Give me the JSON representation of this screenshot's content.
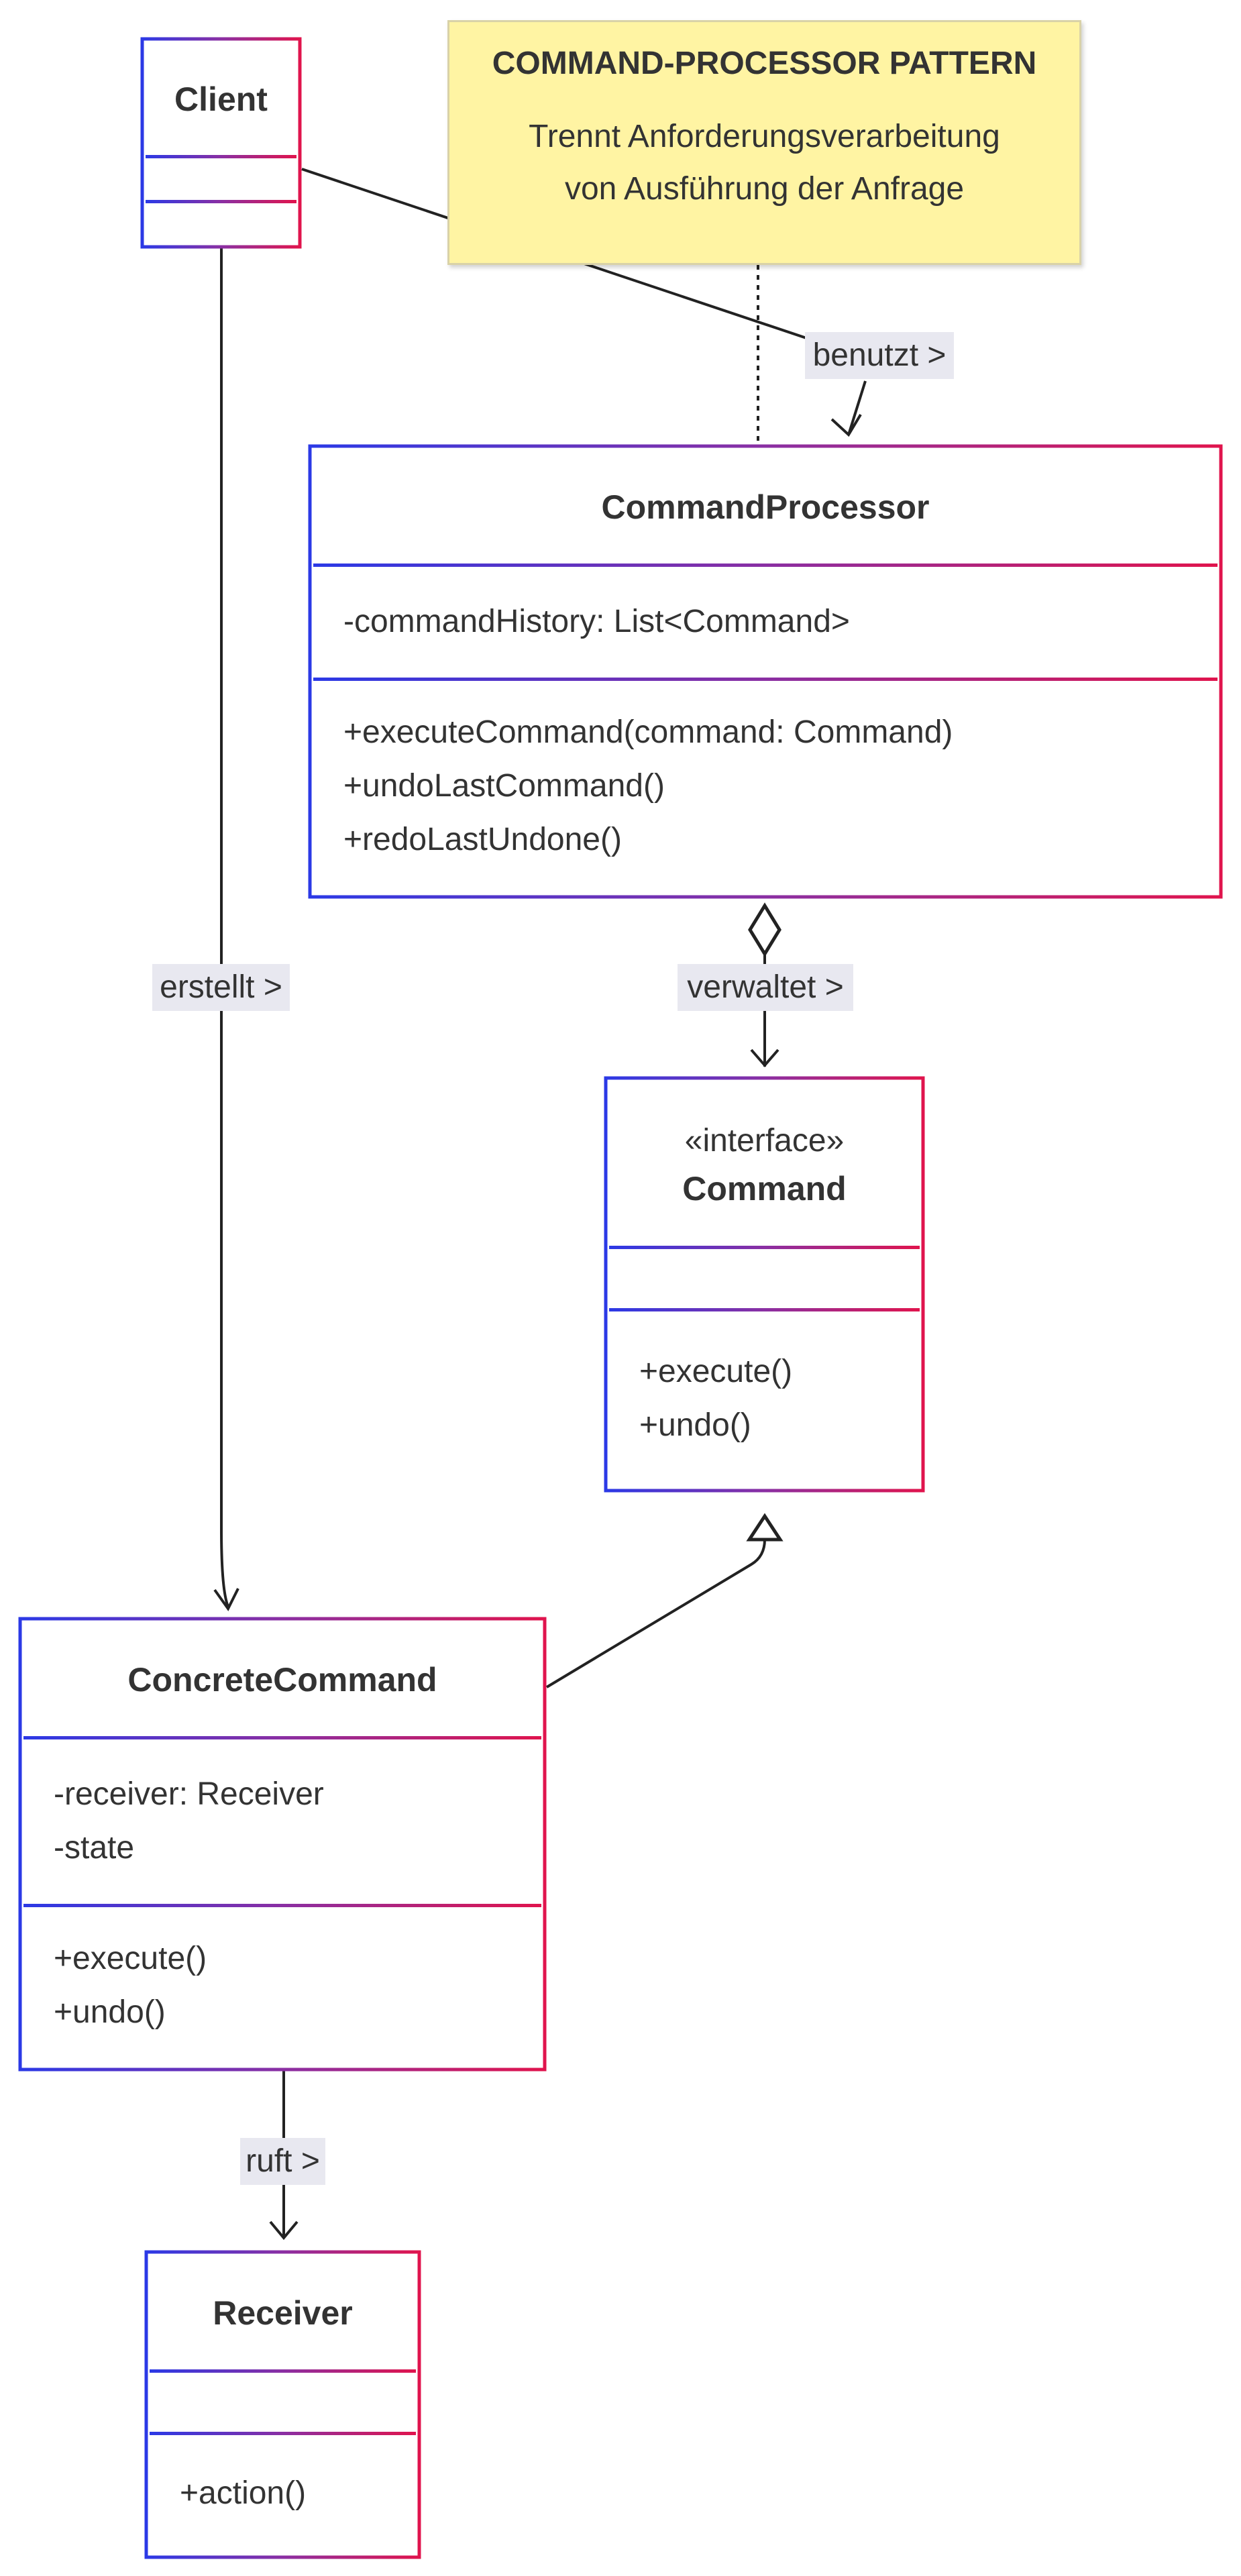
{
  "note": {
    "title": "COMMAND-PROCESSOR PATTERN",
    "line1": "Trennt Anforderungsverarbeitung",
    "line2": "von Ausführung der Anfrage"
  },
  "classes": {
    "client": {
      "name": "Client"
    },
    "command_processor": {
      "name": "CommandProcessor",
      "attributes": [
        "-commandHistory: List<Command>"
      ],
      "methods": [
        "+executeCommand(command: Command)",
        "+undoLastCommand()",
        "+redoLastUndone()"
      ]
    },
    "command": {
      "stereotype": "«interface»",
      "name": "Command",
      "methods": [
        "+execute()",
        "+undo()"
      ]
    },
    "concrete_command": {
      "name": "ConcreteCommand",
      "attributes": [
        "-receiver: Receiver",
        "-state"
      ],
      "methods": [
        "+execute()",
        "+undo()"
      ]
    },
    "receiver": {
      "name": "Receiver",
      "methods": [
        "+action()"
      ]
    }
  },
  "edges": {
    "uses": "benutzt >",
    "manages": "verwaltet >",
    "creates": "erstellt >",
    "calls": "ruft >"
  },
  "colors": {
    "border_start": "#2b39e6",
    "border_end": "#e0144d",
    "note_fill": "#fff4a3",
    "label_fill": "#e8e8f0",
    "text": "#333333"
  }
}
